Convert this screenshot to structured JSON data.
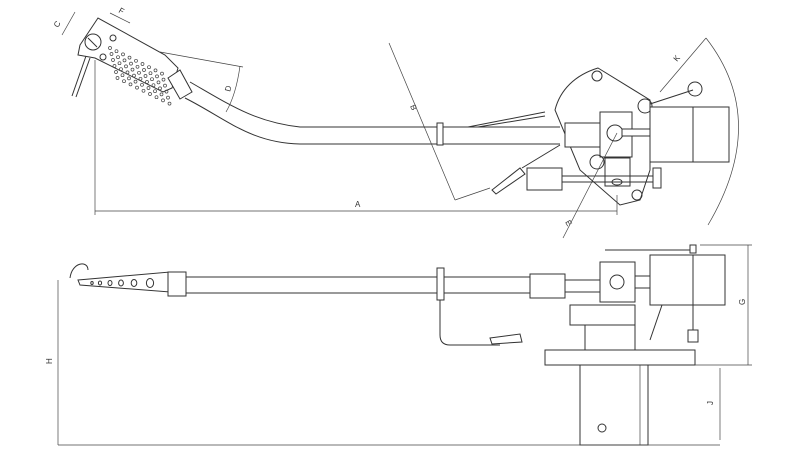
{
  "dimension_labels": {
    "A": "A",
    "B": "B",
    "C": "C",
    "D": "D",
    "E": "E",
    "F": "F",
    "G": "G",
    "H": "H",
    "J": "J",
    "K": "K"
  },
  "colors": {
    "line": "#333333",
    "background": "#ffffff"
  }
}
